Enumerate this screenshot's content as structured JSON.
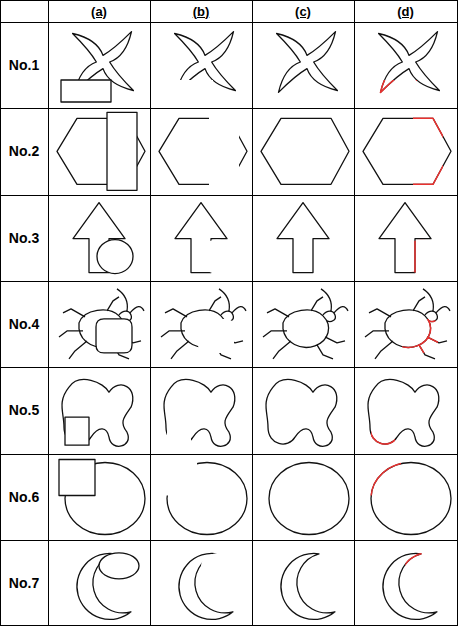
{
  "diagram": {
    "labels": [
      "(a)",
      "(b)",
      "(c)",
      "(d)",
      "No.1",
      "No.2",
      "No.3",
      "No.4",
      "No.5",
      "No.6",
      "No.7"
    ]
  }
}
